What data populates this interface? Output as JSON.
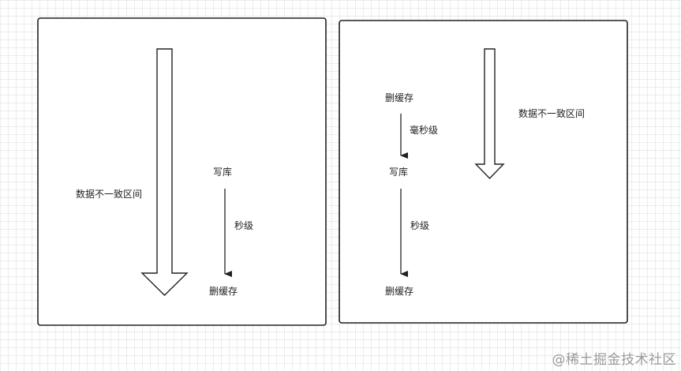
{
  "left_panel": {
    "inconsistency_label": "数据不一致区间",
    "step_write_db": "写库",
    "interval_label": "秒级",
    "step_delete_cache": "删缓存"
  },
  "right_panel": {
    "step_delete_cache_first": "删缓存",
    "interval_first": "毫秒级",
    "step_write_db": "写库",
    "interval_second": "秒级",
    "step_delete_cache_second": "删缓存",
    "inconsistency_label": "数据不一致区间"
  },
  "watermark": "@稀土掘金技术社区"
}
